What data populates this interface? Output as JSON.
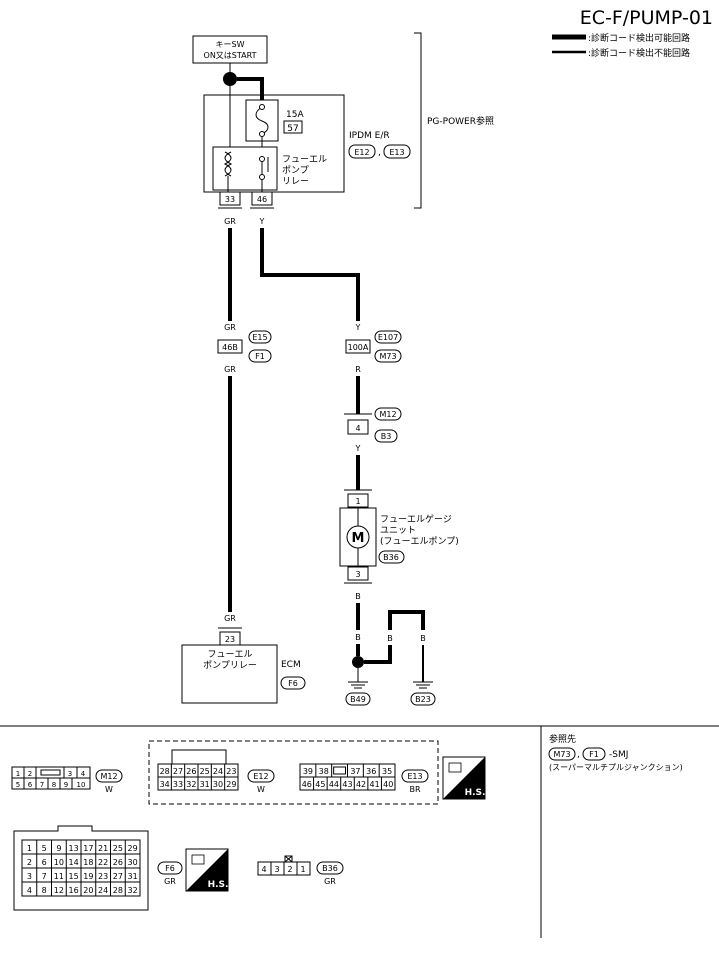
{
  "header": {
    "code": "EC-F/PUMP-01",
    "legend_detectable": ":診断コード検出可能回路",
    "legend_undetectable": ":診断コード検出不能回路"
  },
  "key_switch": {
    "line1": "キーSW",
    "line2": "ON又はSTART"
  },
  "ipdm": {
    "name": "IPDM E/R",
    "fuse_amp": "15A",
    "fuse_no": "57",
    "relay_line1": "フューエル",
    "relay_line2": "ポンプ",
    "relay_line3": "リレー",
    "conn1": "E12",
    "conn2": "E13",
    "sep": ",",
    "term_left": "33",
    "term_right": "46"
  },
  "pg_power": "PG-POWER参照",
  "wires": {
    "left_gr_top": "GR",
    "left_gr_mid": "GR",
    "left_gr_mid2": "GR",
    "left_gr_bottom": "GR",
    "right_y_top": "Y",
    "right_y_mid": "Y",
    "right_r": "R",
    "right_y_low": "Y",
    "b1": "B",
    "b2": "B",
    "b3": "B",
    "b4": "B"
  },
  "junctions": {
    "j1_pin": "46B",
    "j1_top": "E15",
    "j1_bottom": "F1",
    "j2_pin": "100A",
    "j2_top": "E107",
    "j2_bottom": "M73",
    "j3_pin": "4",
    "j3_top": "M12",
    "j3_bottom": "B3"
  },
  "fuel_gauge": {
    "line1": "フューエルゲージ",
    "line2": "ユニット",
    "line3": "(フューエルポンプ)",
    "conn": "B36",
    "pin_top": "1",
    "pin_bottom": "3",
    "motor": "M"
  },
  "ecm": {
    "pin": "23",
    "line1": "フューエル",
    "line2": "ポンプリレー",
    "name": "ECM",
    "conn": "F6"
  },
  "grounds": {
    "g1": "B49",
    "g2": "B23"
  },
  "connectors": {
    "m12": {
      "id": "M12",
      "color": "W",
      "row1": [
        "1",
        "2",
        "",
        "3",
        "4"
      ],
      "row2": [
        "5",
        "6",
        "7",
        "8",
        "9",
        "10"
      ]
    },
    "e12": {
      "id": "E12",
      "color": "W",
      "row1": [
        "28",
        "27",
        "26",
        "25",
        "24",
        "23"
      ],
      "row2": [
        "34",
        "33",
        "32",
        "31",
        "30",
        "29"
      ]
    },
    "e13": {
      "id": "E13",
      "color": "BR",
      "row1": [
        "39",
        "38",
        "",
        "37",
        "36",
        "35"
      ],
      "row2": [
        "46",
        "45",
        "44",
        "43",
        "42",
        "41",
        "40"
      ]
    },
    "f6": {
      "id": "F6",
      "color": "GR",
      "rows": [
        [
          "1",
          "5",
          "9",
          "13",
          "17",
          "21",
          "25",
          "29"
        ],
        [
          "2",
          "6",
          "10",
          "14",
          "18",
          "22",
          "26",
          "30"
        ],
        [
          "3",
          "7",
          "11",
          "15",
          "19",
          "23",
          "27",
          "31"
        ],
        [
          "4",
          "8",
          "12",
          "16",
          "20",
          "24",
          "28",
          "32"
        ]
      ]
    },
    "b36": {
      "id": "B36",
      "color": "GR",
      "pins": [
        "4",
        "3",
        "2",
        "1"
      ]
    },
    "hs_label": "H.S."
  },
  "reference": {
    "title": "参照先",
    "conn1": "M73",
    "conn2": "F1",
    "sep": ",",
    "suffix": "-SMJ",
    "desc": "(スーパーマルチプルジャンクション)"
  }
}
